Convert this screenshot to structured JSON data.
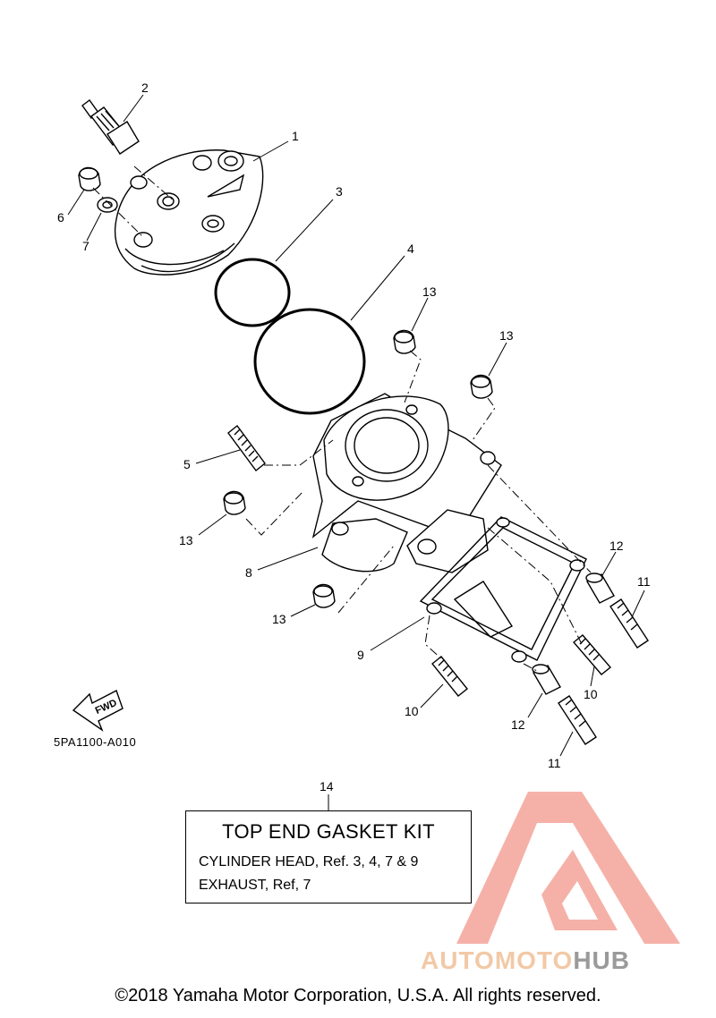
{
  "callouts": {
    "c1": "1",
    "c2": "2",
    "c3": "3",
    "c4": "4",
    "c5": "5",
    "c6": "6",
    "c7": "7",
    "c8": "8",
    "c9": "9",
    "c10a": "10",
    "c10b": "10",
    "c11a": "11",
    "c11b": "11",
    "c12a": "12",
    "c12b": "12",
    "c13a": "13",
    "c13b": "13",
    "c13c": "13",
    "c13d": "13",
    "c14": "14"
  },
  "fwd_label": "FWD",
  "diagram_code": "5PA1100-A010",
  "kit": {
    "title": "TOP END GASKET KIT",
    "line1": "CYLINDER HEAD, Ref. 3, 4, 7 & 9",
    "line2": "EXHAUST, Ref, 7"
  },
  "watermark": {
    "word_a": "AUTO",
    "word_b": "MOTO",
    "word_c": "HUB",
    "logo_color": "#f4a49a",
    "text_color_a": "#f2c9a6",
    "text_color_b": "#9a9a9a"
  },
  "copyright": "©2018 Yamaha Motor Corporation, U.S.A. All rights reserved."
}
